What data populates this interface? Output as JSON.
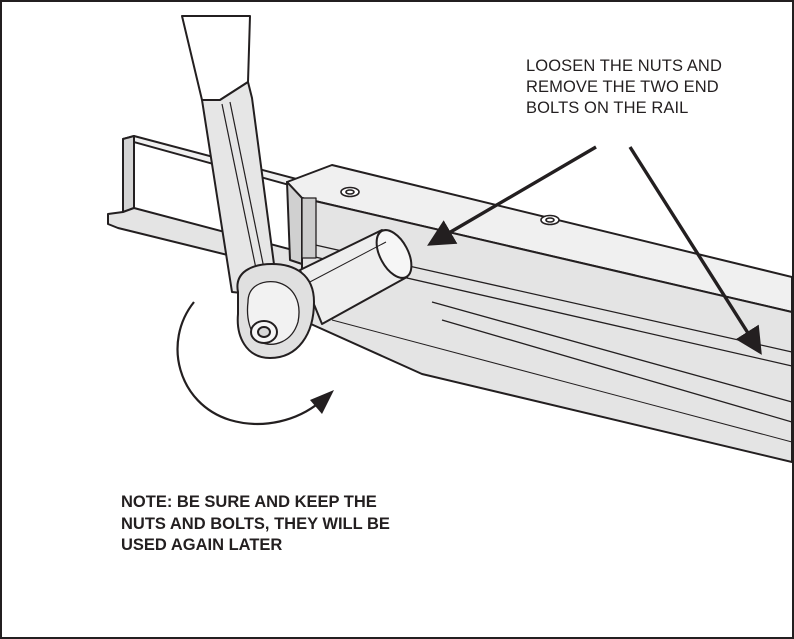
{
  "callout": {
    "lines": [
      "LOOSEN THE NUTS AND",
      "REMOVE THE TWO END",
      "BOLTS ON THE RAIL"
    ]
  },
  "note": {
    "lines": [
      "NOTE: BE SURE AND KEEP THE",
      "NUTS AND BOLTS, THEY WILL BE",
      "USED AGAIN LATER"
    ]
  },
  "colors": {
    "line": "#231f20",
    "metal": "#e4e4e4",
    "metal_light": "#f0f0f0",
    "metal_dark": "#c8c8c8",
    "background": "#ffffff"
  },
  "icons": {
    "wrench": "ratchet-wrench-icon",
    "rotation": "clockwise-rotation-arrow-icon"
  }
}
